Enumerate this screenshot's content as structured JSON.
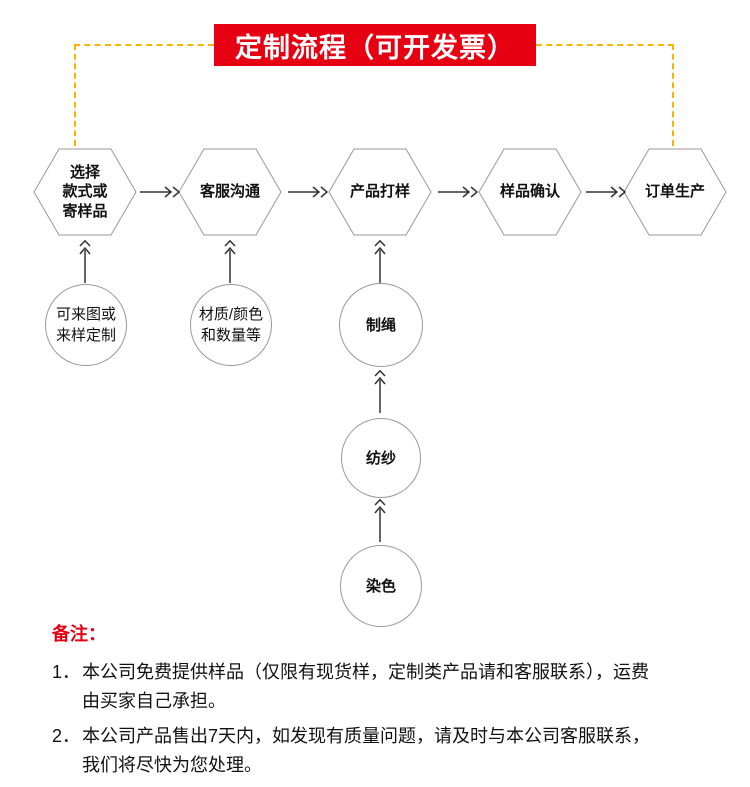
{
  "banner": {
    "title": "定制流程（可开发票）",
    "bg_color": "#e60012",
    "text_color": "#ffffff"
  },
  "colors": {
    "dashed_connector": "#f7b500",
    "shape_outline": "#999999",
    "arrow": "#333333"
  },
  "flow": {
    "hexagons": [
      {
        "label": "选择\n款式或\n寄样品"
      },
      {
        "label": "客服沟通"
      },
      {
        "label": "产品打样"
      },
      {
        "label": "样品确认"
      },
      {
        "label": "订单生产"
      }
    ],
    "circles": [
      {
        "label": "可来图或\n来样定制"
      },
      {
        "label": "材质/颜色\n和数量等"
      },
      {
        "label": "制绳"
      },
      {
        "label": "纺纱"
      },
      {
        "label": "染色"
      }
    ]
  },
  "notes": {
    "heading": "备注：",
    "items": [
      {
        "num": "1．",
        "text": "本公司免费提供样品（仅限有现货样，定制类产品请和客服联系），运费\n由买家自己承担。"
      },
      {
        "num": "2．",
        "text": "本公司产品售出7天内，如发现有质量问题，请及时与本公司客服联系，\n我们将尽快为您处理。"
      }
    ]
  }
}
